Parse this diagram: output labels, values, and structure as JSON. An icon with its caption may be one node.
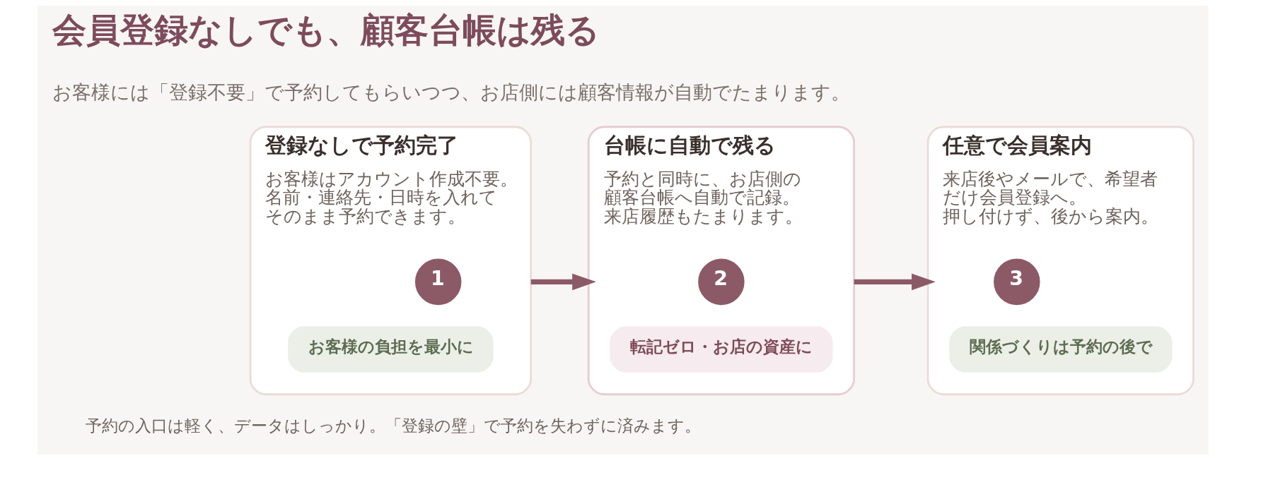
{
  "diagram": {
    "title": "会員登録なしでも、顧客台帳は残る",
    "caption": "予約の入口は軽く、データはしっかり。「登録の壁」で予約を失わずに済みます。",
    "nodes": [
      {
        "text": [
          "登録なしで予約完了",
          "お客様はアカウント作成不要。名前・連絡先・日時を入れてそのまま予約できます。"
        ]
      },
      {
        "text": [
          "1"
        ],
        "in": 0
      },
      {
        "text": [
          "お客様の負担を最小に"
        ],
        "in": 0
      },
      {
        "text": [
          "台帳に自動で残る",
          "予約と同時に、お店側の顧客台帳へ自動で記録。来店履歴もたまります。"
        ]
      },
      {
        "text": [
          "2"
        ],
        "in": 3
      },
      {
        "text": [
          "転記ゼロ・お店の資産に"
        ],
        "in": 3
      },
      {
        "text": [
          "任意で会員案内",
          "来店後やメールで、希望者だけ会員登録へ。押し付けず、後から案内。"
        ]
      },
      {
        "text": [
          "3"
        ],
        "in": 6
      },
      {
        "text": [
          "関係づくりは予約の後で"
        ],
        "in": 6
      }
    ],
    "edges": [
      {
        "from": 0,
        "to": 3,
        "arrow": "to"
      },
      {
        "from": 3,
        "to": 6,
        "arrow": "to"
      }
    ],
    "labels": [
      "お客様には「登録不要」で予約してもらいつつ、お店側には顧客情報が自動でたまります。"
    ]
  }
}
